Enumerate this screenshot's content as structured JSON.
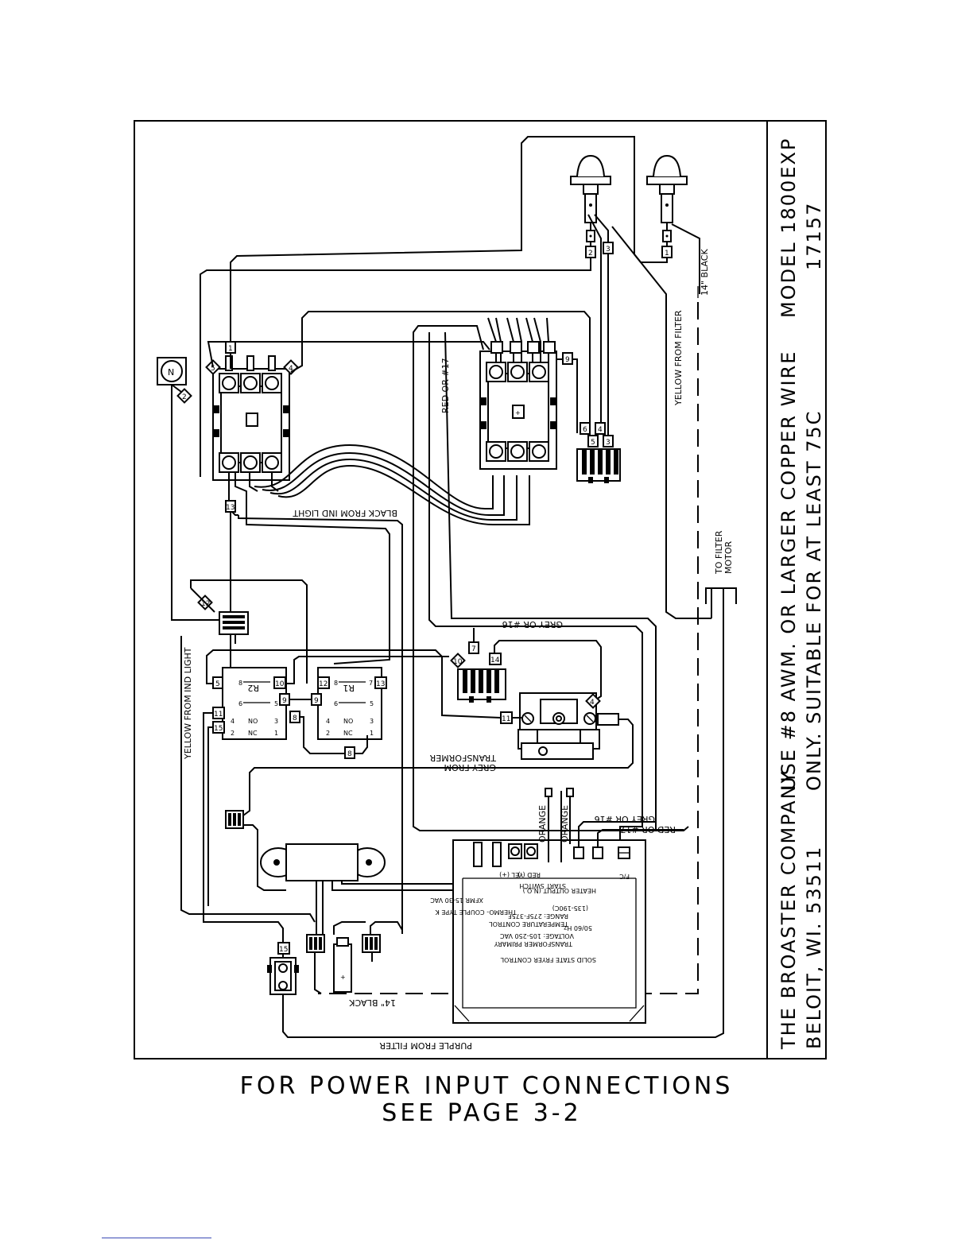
{
  "title_block": {
    "company_line1": "THE BROASTER COMPANY",
    "company_line2": "BELOIT, WI. 53511",
    "note_line1": "USE #8 AWM. OR LARGER COPPER WIRE",
    "note_line2": "ONLY.  SUITABLE FOR AT LEAST 75C",
    "model_line1": "MODEL 1800EXP",
    "model_line2": "17157"
  },
  "wire_labels": {
    "yellow_from_filter": "YELLOW FROM FILTER",
    "black_14": "14\" BLACK",
    "red_or_17": "RED OR #17",
    "black_from_ind_light": "BLACK FROM IND LIGHT",
    "to_filter_motor_1": "TO FILTER",
    "to_filter_motor_2": "MOTOR",
    "grey_or_16_top": "GREY OR #16",
    "yellow_from_ind_light": "YELLOW FROM IND LIGHT",
    "grey_from_transformer_1": "GREY FROM",
    "grey_from_transformer_2": "TRANSFORMER",
    "orange_1": "ORANGE",
    "orange_2": "ORANGE",
    "grey_or_16_bottom": "GREY OR #16",
    "red_or_17_bottom": "RED OR #17",
    "black_14_bottom": "14\" BLACK",
    "purple_from_filter": "PURPLE FROM FILTER"
  },
  "components": {
    "neutral": "N",
    "relay_r1": "R1",
    "relay_r2": "R2",
    "board_terminals": [
      "XFMR 15-30 VAC",
      "THERMO- COUPLE TYPE K",
      "YEL (+)",
      "RED (-)",
      "START SWITCH",
      "HEATER OUTPUT (N.O.)",
      "F/C"
    ],
    "board_text": [
      "TEMPERATURE CONTROL",
      "RANGE: 275F-375F",
      "(135-190C)",
      "TRANSFORMER PRIMARY",
      "VOLTAGE: 105-250 VAC",
      "50/60 Hz.",
      "SOLID STATE FRYER CONTROL"
    ]
  },
  "wire_tags": [
    "1",
    "2",
    "3",
    "1",
    "2",
    "6",
    "5",
    "4",
    "3",
    "9",
    "13",
    "12",
    "7",
    "10",
    "14",
    "4",
    "5",
    "10",
    "12",
    "13",
    "6",
    "9",
    "11",
    "15",
    "8",
    "8",
    "11",
    "15",
    "12",
    "1",
    "2",
    "3",
    "4",
    "5",
    "6",
    "7",
    "8",
    "NO",
    "NC",
    "NO",
    "NC"
  ],
  "footer": {
    "line1": "FOR POWER INPUT CONNECTIONS",
    "line2": "SEE PAGE 3-2"
  }
}
